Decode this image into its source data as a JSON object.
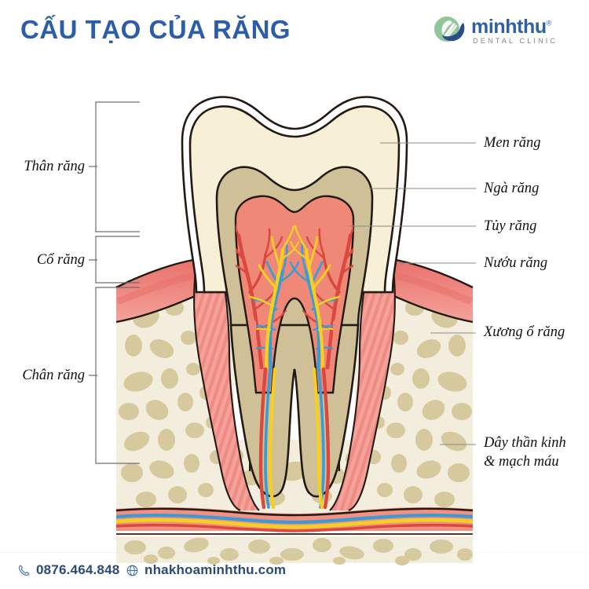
{
  "header": {
    "title": "CẤU TẠO CỦA RĂNG",
    "title_color": "#2B5DA8",
    "logo": {
      "word": "minhthu",
      "registered": "®",
      "subtitle": "DENTAL CLINIC",
      "mark_icon": "tooth-swoosh-logo-icon",
      "mark_green": "#8FC79A",
      "mark_navy": "#2B4C86"
    }
  },
  "diagram": {
    "name": "tooth-anatomy-cross-section",
    "labels_left": [
      {
        "id": "than-rang",
        "text": "Thân răng",
        "meaning": "crown"
      },
      {
        "id": "co-rang",
        "text": "Cổ răng",
        "meaning": "neck"
      },
      {
        "id": "chan-rang",
        "text": "Chân răng",
        "meaning": "root"
      }
    ],
    "labels_right": [
      {
        "id": "men-rang",
        "text": "Men răng",
        "meaning": "enamel"
      },
      {
        "id": "nga-rang",
        "text": "Ngà răng",
        "meaning": "dentin"
      },
      {
        "id": "tuy-rang",
        "text": "Tủy răng",
        "meaning": "pulp"
      },
      {
        "id": "nuou-rang",
        "text": "Nướu răng",
        "meaning": "gum"
      },
      {
        "id": "xuong-o-rang",
        "text": "Xương ổ răng",
        "meaning": "alveolar bone"
      },
      {
        "id": "day-than-kinh",
        "text": "Dây thần kinh",
        "line2": "& mạch máu",
        "meaning": "nerve and blood vessels"
      }
    ],
    "colors": {
      "enamel": "#F7F0D6",
      "enamel_edge": "#FFFFFF",
      "dentin": "#CFC098",
      "pulp": "#F08878",
      "gum_dark": "#E8716B",
      "gum_light": "#F49A93",
      "bone_base": "#F2EDDC",
      "bone_blob": "#D6C99E",
      "ligament": "#F5A29A",
      "artery": "#D9493F",
      "vein": "#3E9BD1",
      "nerve": "#F5D021",
      "outline": "#231A14"
    }
  },
  "footer": {
    "phone": "0876.464.848",
    "phone_icon": "phone-icon",
    "website": "nhakhoaminhthu.com",
    "website_icon": "globe-icon",
    "text_color": "#2B4A78"
  }
}
